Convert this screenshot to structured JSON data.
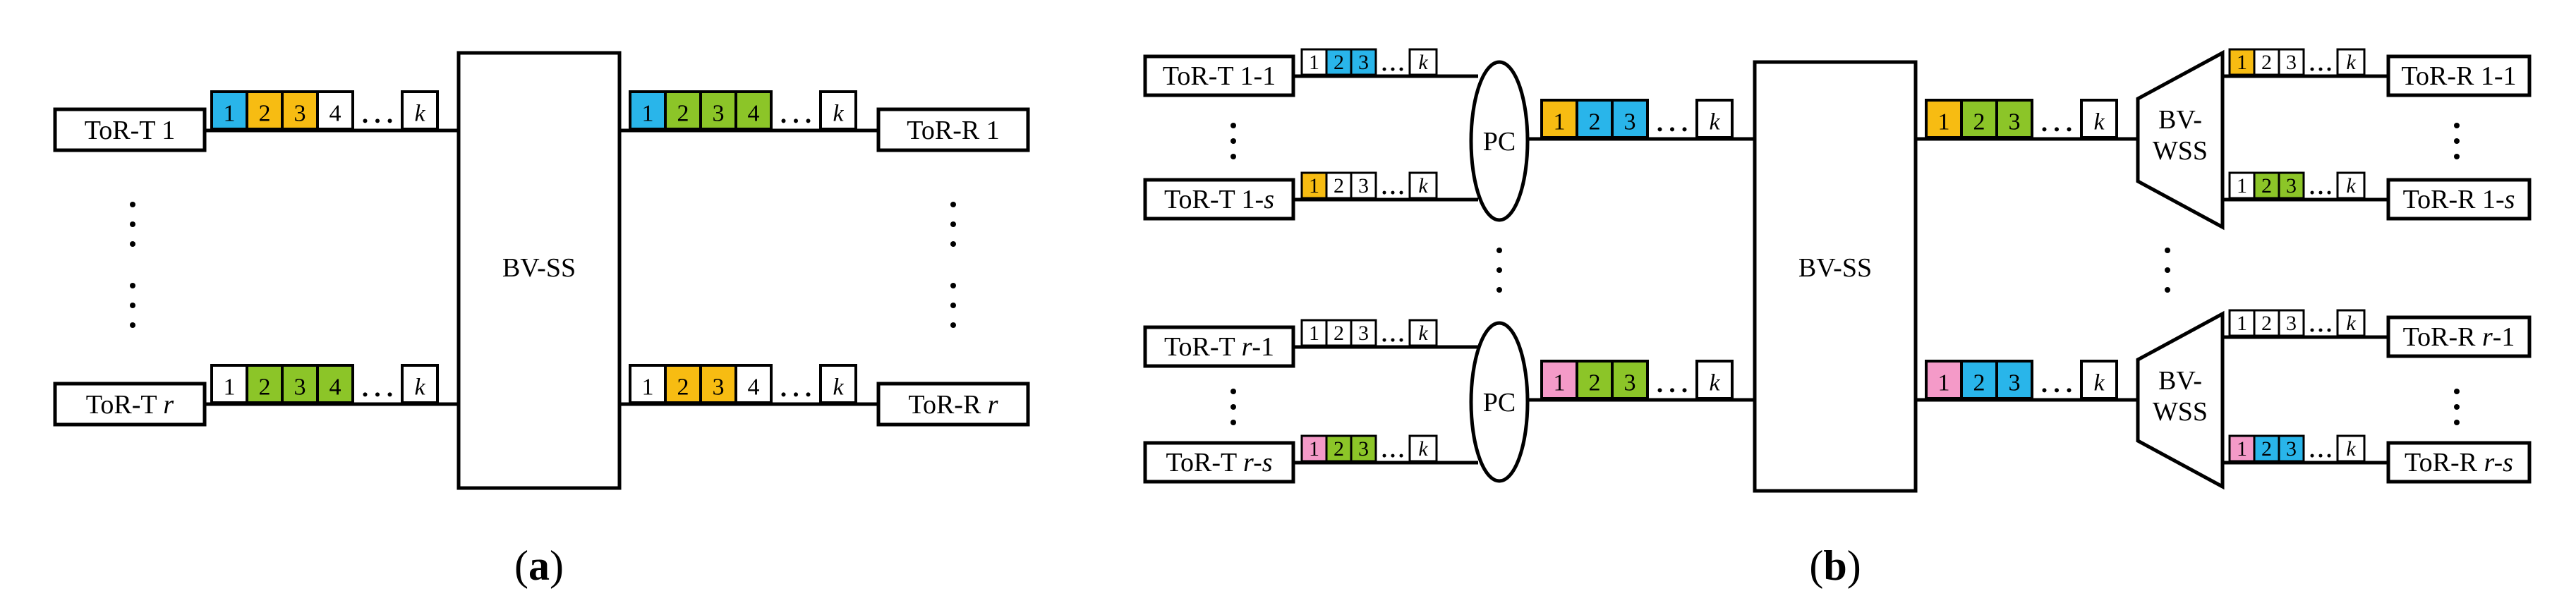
{
  "colors": {
    "blue": "#29b5ea",
    "yellow": "#f7bc12",
    "green": "#8cc528",
    "pink": "#f49ac8",
    "white": "#ffffff"
  },
  "panel_a": {
    "caption_open": "(",
    "caption_letter": "a",
    "caption_close": ")",
    "switch_label": "BV-SS",
    "tor_t_1": {
      "prefix": "ToR-T ",
      "suffix": "1"
    },
    "tor_t_r": {
      "prefix": "ToR-T ",
      "suffix": "r"
    },
    "tor_r_1": {
      "prefix": "ToR-R ",
      "suffix": "1"
    },
    "tor_r_r": {
      "prefix": "ToR-R ",
      "suffix": "r"
    },
    "slots_in_1": [
      {
        "t": "1",
        "c": "blue"
      },
      {
        "t": "2",
        "c": "yellow"
      },
      {
        "t": "3",
        "c": "yellow"
      },
      {
        "t": "4",
        "c": "white"
      }
    ],
    "slots_in_r": [
      {
        "t": "1",
        "c": "white"
      },
      {
        "t": "2",
        "c": "green"
      },
      {
        "t": "3",
        "c": "green"
      },
      {
        "t": "4",
        "c": "green"
      }
    ],
    "slots_out_1": [
      {
        "t": "1",
        "c": "blue"
      },
      {
        "t": "2",
        "c": "green"
      },
      {
        "t": "3",
        "c": "green"
      },
      {
        "t": "4",
        "c": "green"
      }
    ],
    "slots_out_r": [
      {
        "t": "1",
        "c": "white"
      },
      {
        "t": "2",
        "c": "yellow"
      },
      {
        "t": "3",
        "c": "yellow"
      },
      {
        "t": "4",
        "c": "white"
      }
    ],
    "k": "k"
  },
  "panel_b": {
    "caption_open": "(",
    "caption_letter": "b",
    "caption_close": ")",
    "switch_label": "BV-SS",
    "pc_label": "PC",
    "wss_line1": "BV-",
    "wss_line2": "WSS",
    "tor_t_1_1": {
      "prefix": "ToR-T 1-1",
      "suffix": ""
    },
    "tor_t_1_s": {
      "prefix": "ToR-T 1-",
      "suffix": "s"
    },
    "tor_t_r_1": {
      "prefix": "ToR-T ",
      "suffix": "r",
      "tail": "-1"
    },
    "tor_t_r_s": {
      "prefix": "ToR-T ",
      "suffix": "r-s"
    },
    "tor_r_1_1": {
      "prefix": "ToR-R 1-1",
      "suffix": ""
    },
    "tor_r_1_s": {
      "prefix": "ToR-R 1-",
      "suffix": "s"
    },
    "tor_r_r_1": {
      "prefix": "ToR-R ",
      "suffix": "r",
      "tail": "-1"
    },
    "tor_r_r_s": {
      "prefix": "ToR-R ",
      "suffix": "r-s"
    },
    "small_in_1_1": [
      {
        "t": "1",
        "c": "white"
      },
      {
        "t": "2",
        "c": "blue"
      },
      {
        "t": "3",
        "c": "blue"
      }
    ],
    "small_in_1_s": [
      {
        "t": "1",
        "c": "yellow"
      },
      {
        "t": "2",
        "c": "white"
      },
      {
        "t": "3",
        "c": "white"
      }
    ],
    "small_in_r_1": [
      {
        "t": "1",
        "c": "white"
      },
      {
        "t": "2",
        "c": "white"
      },
      {
        "t": "3",
        "c": "white"
      }
    ],
    "small_in_r_s": [
      {
        "t": "1",
        "c": "pink"
      },
      {
        "t": "2",
        "c": "green"
      },
      {
        "t": "3",
        "c": "green"
      }
    ],
    "pc_out_top": [
      {
        "t": "1",
        "c": "yellow"
      },
      {
        "t": "2",
        "c": "blue"
      },
      {
        "t": "3",
        "c": "blue"
      }
    ],
    "pc_out_bot": [
      {
        "t": "1",
        "c": "pink"
      },
      {
        "t": "2",
        "c": "green"
      },
      {
        "t": "3",
        "c": "green"
      }
    ],
    "ss_out_top": [
      {
        "t": "1",
        "c": "yellow"
      },
      {
        "t": "2",
        "c": "green"
      },
      {
        "t": "3",
        "c": "green"
      }
    ],
    "ss_out_bot": [
      {
        "t": "1",
        "c": "pink"
      },
      {
        "t": "2",
        "c": "blue"
      },
      {
        "t": "3",
        "c": "blue"
      }
    ],
    "small_out_1_1": [
      {
        "t": "1",
        "c": "yellow"
      },
      {
        "t": "2",
        "c": "white"
      },
      {
        "t": "3",
        "c": "white"
      }
    ],
    "small_out_1_s": [
      {
        "t": "1",
        "c": "white"
      },
      {
        "t": "2",
        "c": "green"
      },
      {
        "t": "3",
        "c": "green"
      }
    ],
    "small_out_r_1": [
      {
        "t": "1",
        "c": "white"
      },
      {
        "t": "2",
        "c": "white"
      },
      {
        "t": "3",
        "c": "white"
      }
    ],
    "small_out_r_s": [
      {
        "t": "1",
        "c": "pink"
      },
      {
        "t": "2",
        "c": "blue"
      },
      {
        "t": "3",
        "c": "blue"
      }
    ],
    "k": "k"
  }
}
